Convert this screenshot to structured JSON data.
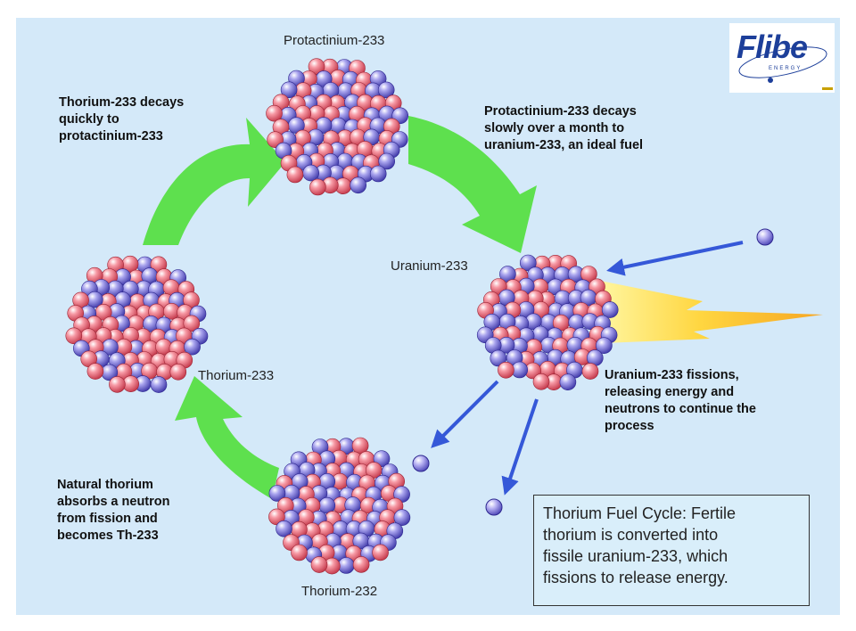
{
  "nuclei": {
    "protactinium": "Protactinium-233",
    "uranium": "Uranium-233",
    "thorium233": "Thorium-233",
    "thorium232": "Thorium-232"
  },
  "notes": {
    "thorium_decay": "Thorium-233 decays\nquickly to\nprotactinium-233",
    "pa_decay": "Protactinium-233 decays\nslowly over a month to\nuranium-233, an ideal fuel",
    "u_fission": "Uranium-233 fissions,\nreleasing energy and\nneutrons to continue the\nprocess",
    "absorb": "Natural thorium\nabsorbs a neutron\nfrom fission and\nbecomes Th-233"
  },
  "summary": "Thorium Fuel Cycle:  Fertile\nthorium is converted into\nfissile uranium-233, which\nfissions to release energy.",
  "logo": {
    "word": "Flibe",
    "sub": "ENERGY"
  },
  "colors": {
    "background": "#d4e9f9",
    "arrow_green": "#5ee04e",
    "neutron_arrow": "#3558d8",
    "proton": "#e9596a",
    "neutron": "#6a63cf",
    "energy_bolt": "#ffd640"
  }
}
